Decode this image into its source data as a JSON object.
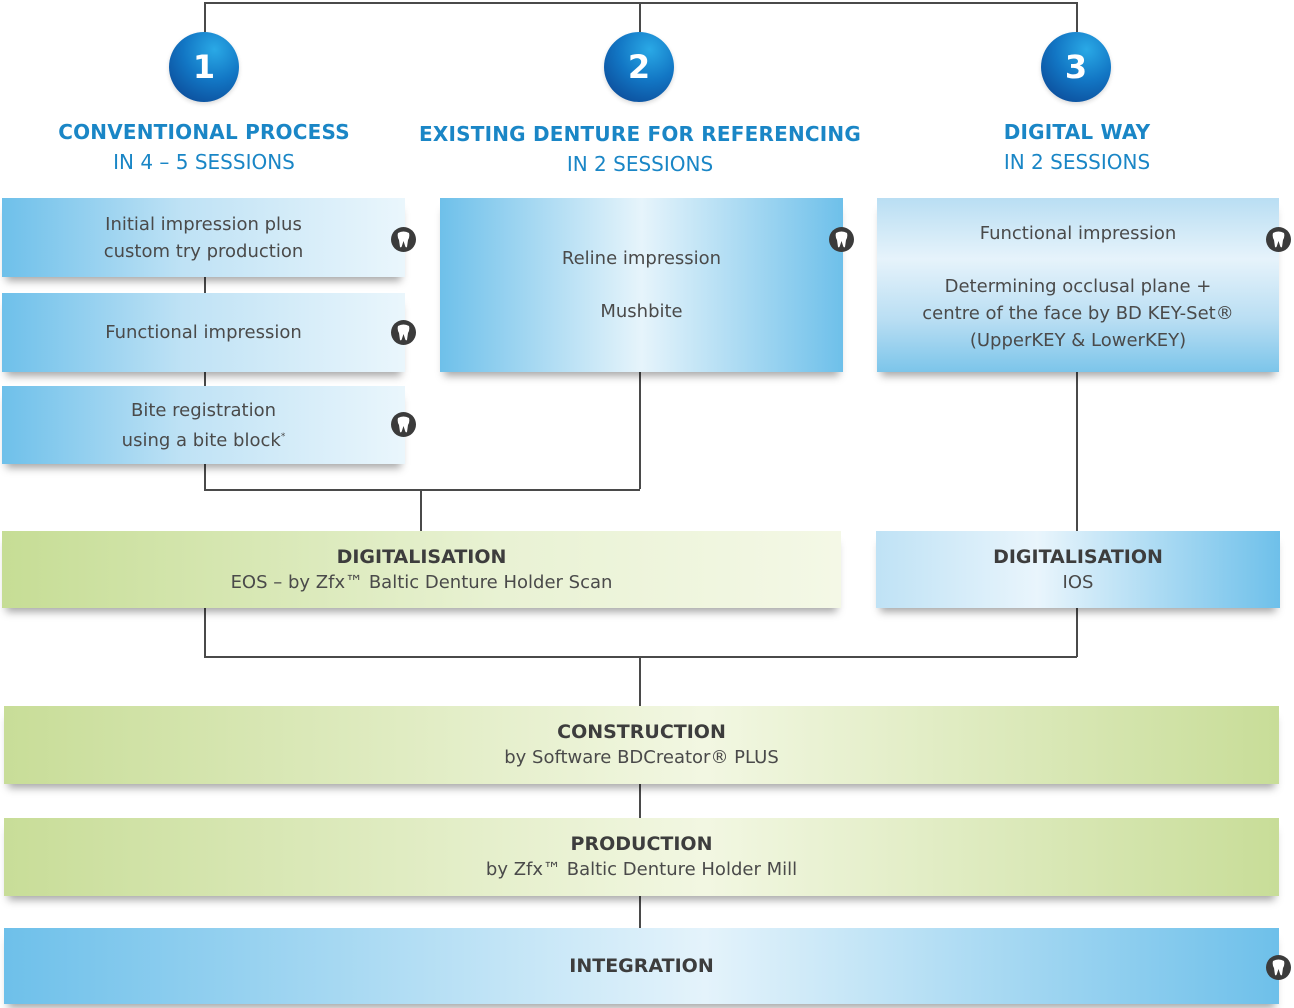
{
  "columns": [
    {
      "number": "1",
      "title": "CONVENTIONAL PROCESS",
      "subtitle": "IN 4 – 5 SESSIONS"
    },
    {
      "number": "2",
      "title": "EXISTING DENTURE FOR REFERENCING",
      "subtitle": "IN 2 SESSIONS"
    },
    {
      "number": "3",
      "title": "DIGITAL WAY",
      "subtitle": "IN 2 SESSIONS"
    }
  ],
  "col1_steps": [
    {
      "line1": "Initial impression plus",
      "line2": "custom try production"
    },
    {
      "line1": "Functional impression"
    },
    {
      "line1": "Bite registration",
      "line2": "using a bite block",
      "footnote": "*"
    }
  ],
  "col2_box": {
    "line1": "Reline impression",
    "line2": "Mushbite"
  },
  "col3_box": {
    "line1": "Functional impression",
    "line2": "Determining occlusal plane +",
    "line3": "centre of the face by BD KEY-Set®",
    "line4": "(UpperKEY & LowerKEY)"
  },
  "digitalisation_eos": {
    "title": "DIGITALISATION",
    "subtitle": "EOS – by Zfx™ Baltic Denture Holder Scan"
  },
  "digitalisation_ios": {
    "title": "DIGITALISATION",
    "subtitle": "IOS"
  },
  "construction": {
    "title": "CONSTRUCTION",
    "subtitle": "by Software BDCreator® PLUS"
  },
  "production": {
    "title": "PRODUCTION",
    "subtitle": "by Zfx™ Baltic Denture Holder Mill"
  },
  "integration": {
    "title": "INTEGRATION"
  },
  "colors": {
    "accent_blue": "#1a86c6",
    "circle_dark": "#0a3f8c",
    "green": "#c6dd95",
    "icon_dark": "#3b3b3b"
  },
  "icons": {
    "session_marker": "tooth-icon"
  }
}
